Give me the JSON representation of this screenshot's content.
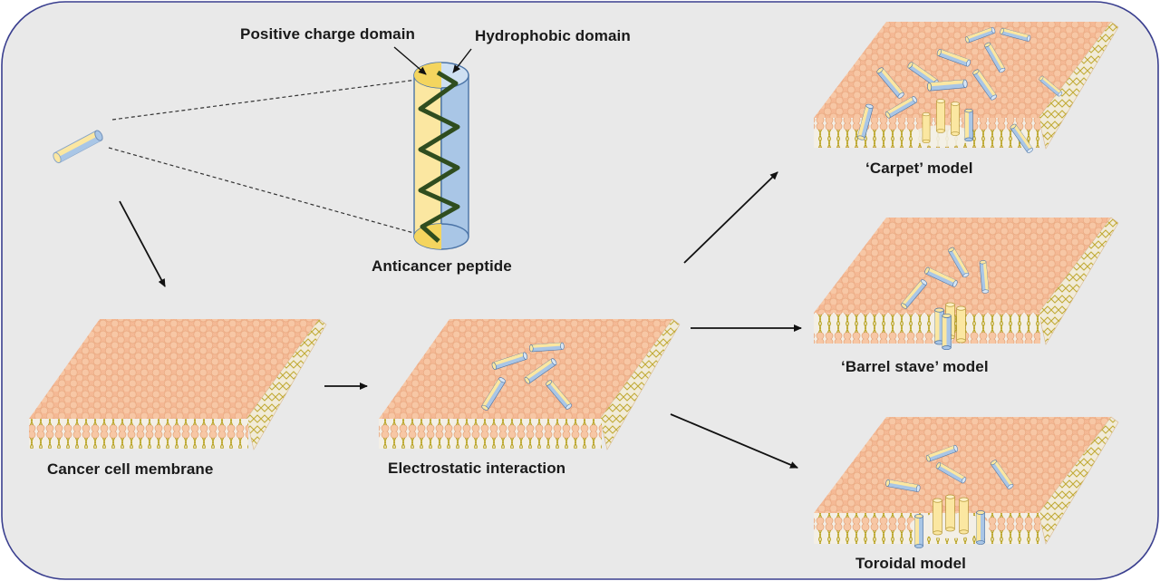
{
  "labels": {
    "positive": "Positive charge domain",
    "hydrophobic": "Hydrophobic domain",
    "anticancer": "Anticancer peptide",
    "cancer_membrane": "Cancer cell membrane",
    "electrostatic": "Electrostatic interaction",
    "carpet": "‘Carpet’ model",
    "barrel": "‘Barrel stave’ model",
    "toroidal": "Toroidal model"
  },
  "colors": {
    "background": "#e9e9e9",
    "frame_border": "#3a3f8f",
    "membrane_head": "#f7c7a5",
    "membrane_head_edge": "#e7a57d",
    "lipid_tail": "#b8a21f",
    "peptide_yellow": "#fbe7a1",
    "peptide_blue": "#a9c6e6",
    "helix": "#2f4d1f",
    "arrow": "#111111"
  }
}
